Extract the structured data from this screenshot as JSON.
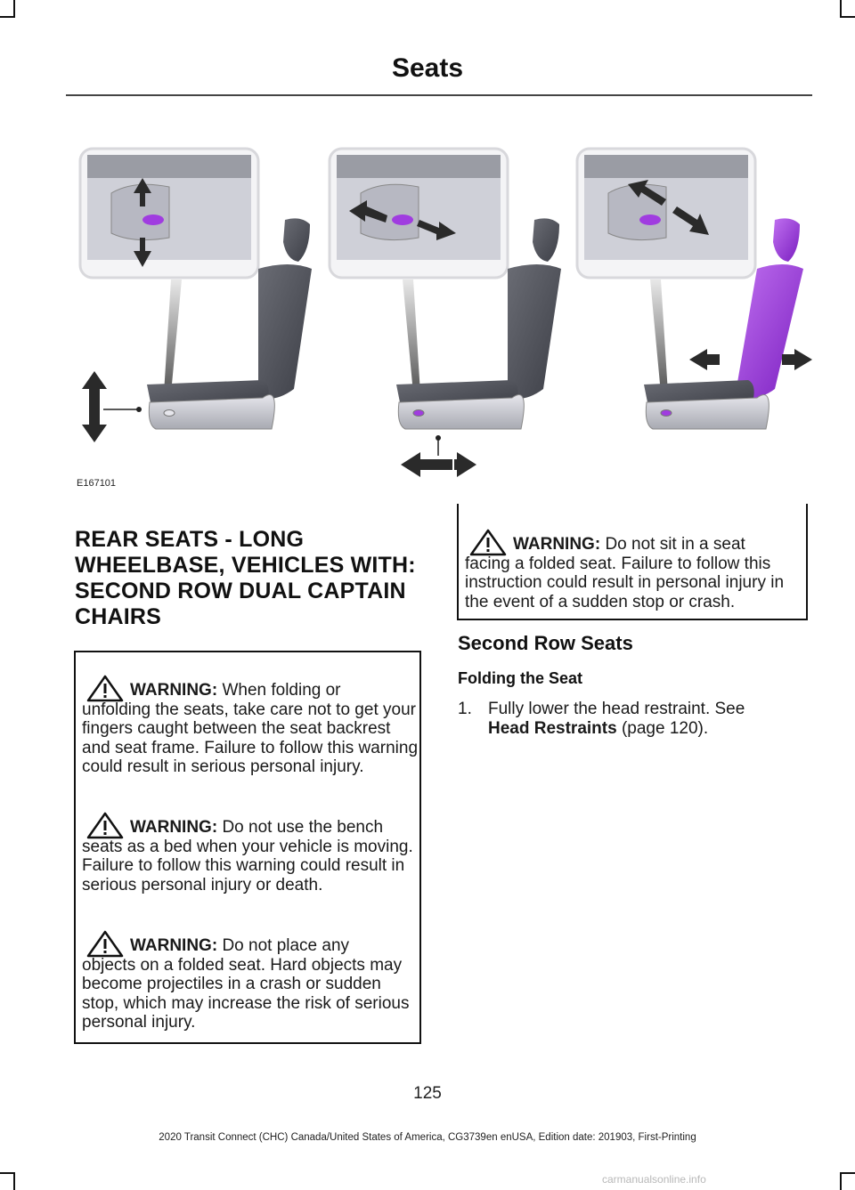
{
  "header": {
    "title": "Seats"
  },
  "figure": {
    "id": "E167101"
  },
  "section": {
    "heading_lines": [
      "REAR SEATS - LONG",
      "WHEELBASE, VEHICLES WITH:",
      "SECOND ROW DUAL CAPTAIN",
      "CHAIRS"
    ]
  },
  "warnings": [
    {
      "label": "WARNING:",
      "first": "When folding or",
      "rest": "unfolding the seats, take care not to get your fingers caught between the seat backrest and seat frame. Failure to follow this warning could result in serious personal injury."
    },
    {
      "label": "WARNING:",
      "first": "Do not use the bench",
      "rest": "seats as a bed when your vehicle is moving. Failure to follow this warning could result in serious personal injury or death."
    },
    {
      "label": "WARNING:",
      "first": "Do not place any",
      "rest": "objects on a folded seat. Hard objects may become projectiles in a crash or sudden stop, which may increase the risk of serious personal injury."
    },
    {
      "label": "WARNING:",
      "first": "Do not sit in a seat",
      "rest": "facing a folded seat. Failure to follow this instruction could result in personal injury in the event of a sudden stop or crash."
    }
  ],
  "right": {
    "section_title": "Second Row Seats",
    "sub_title": "Folding the Seat",
    "step_number": "1.",
    "step_text": "Fully lower the head restraint.  See",
    "step_link": "Head Restraints",
    "step_page": " (page 120)."
  },
  "page_number": "125",
  "footer": "2020 Transit Connect (CHC) Canada/United States of America, CG3739en enUSA, Edition date: 201903, First-Printing",
  "watermark": "carmanualsonline.info",
  "colors": {
    "accent": "#a03ce0",
    "text": "#1a1a1a"
  }
}
